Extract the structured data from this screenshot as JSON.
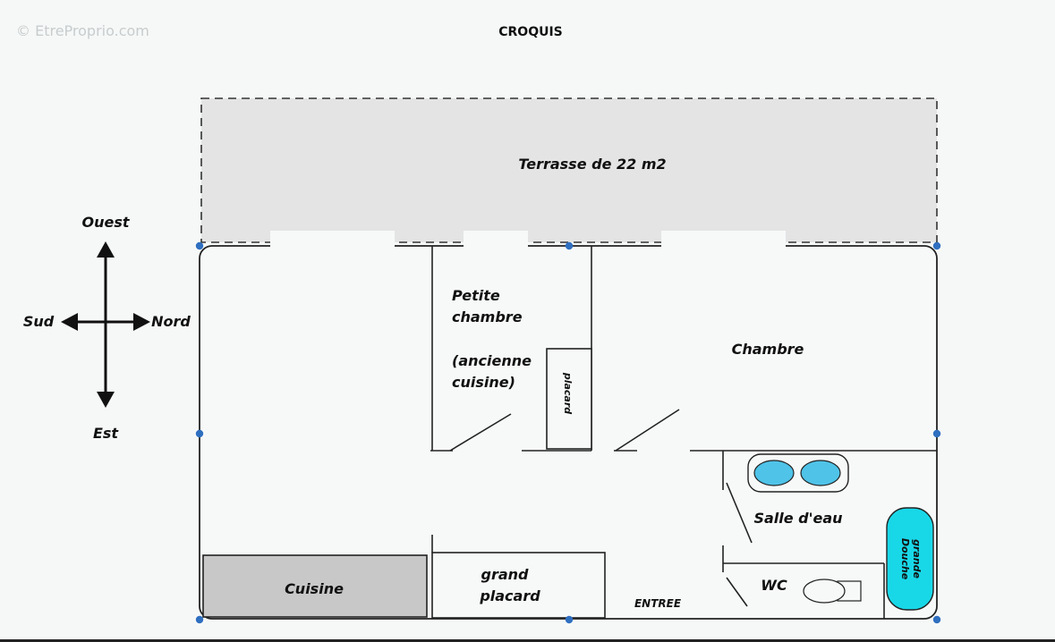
{
  "watermark": "© EtreProprio.com",
  "title": "CROQUIS",
  "compass": {
    "north": "Nord",
    "south": "Sud",
    "east": "Est",
    "west": "Ouest"
  },
  "rooms": {
    "terrasse": "Terrasse de 22 m2",
    "petite_chambre": [
      "Petite",
      "chambre",
      "(ancienne",
      "cuisine)"
    ],
    "chambre": "Chambre",
    "placard": "placard",
    "salle_eau": "Salle d'eau",
    "wc": "WC",
    "douche": [
      "grande",
      "Douche"
    ],
    "cuisine": "Cuisine",
    "grand_placard": [
      "grand",
      "placard"
    ],
    "entree": "ENTREE"
  },
  "colors": {
    "background": "#f6f8f8",
    "terrace_fill": "#e4e4e4",
    "kitchen_fill": "#c8c8c8",
    "sink_fill": "#4fc3e8",
    "shower_fill": "#18d8e8",
    "handle": "#2f6fc0",
    "line": "#222222"
  }
}
